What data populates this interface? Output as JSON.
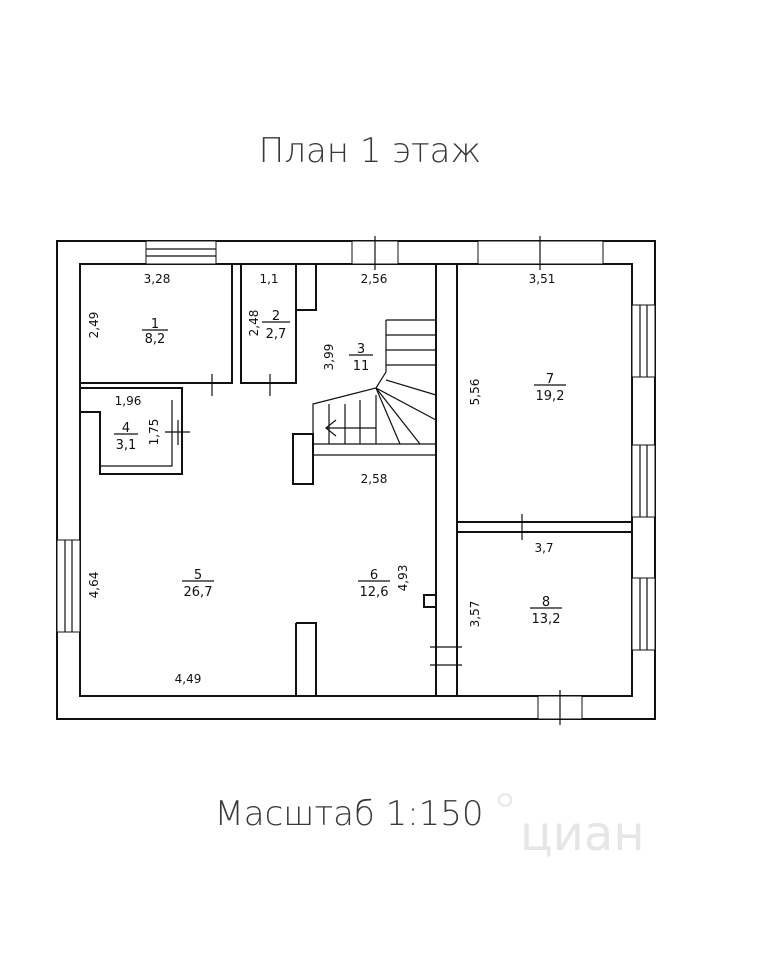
{
  "title": "План 1  этаж",
  "scale": "Масштаб 1:150",
  "watermark": "циан",
  "rooms": [
    {
      "id": "1",
      "area": "8,2",
      "dims": [
        "3,28",
        "2,49"
      ]
    },
    {
      "id": "2",
      "area": "2,7",
      "dims": [
        "1,1",
        "2,48"
      ]
    },
    {
      "id": "3",
      "area": "11",
      "dims": [
        "2,56",
        "3,99",
        "2,58"
      ]
    },
    {
      "id": "4",
      "area": "3,1",
      "dims": [
        "1,96",
        "1,75"
      ]
    },
    {
      "id": "5",
      "area": "26,7",
      "dims": [
        "4,64",
        "4,49"
      ]
    },
    {
      "id": "6",
      "area": "12,6",
      "dims": [
        "4,93"
      ]
    },
    {
      "id": "7",
      "area": "19,2",
      "dims": [
        "3,51",
        "5,56"
      ]
    },
    {
      "id": "8",
      "area": "13,2",
      "dims": [
        "3,7",
        "3,57"
      ]
    }
  ]
}
